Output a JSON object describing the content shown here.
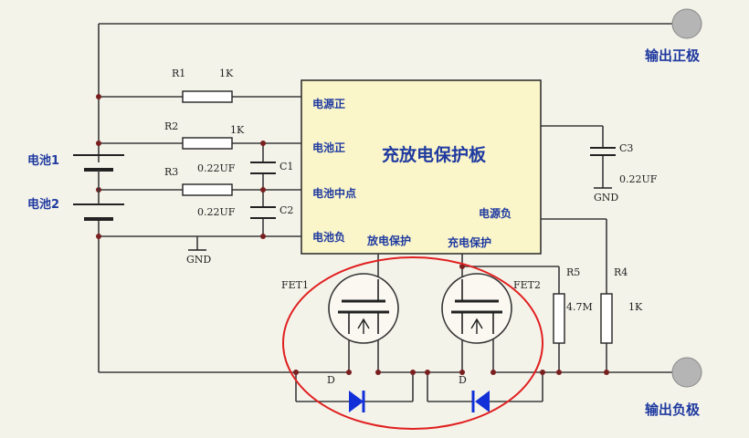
{
  "labels": {
    "output_positive": "输出正极",
    "output_negative": "输出负极",
    "battery1": "电池1",
    "battery2": "电池2"
  },
  "board": {
    "title": "充放电保护板",
    "pin_power_pos": "电源正",
    "pin_batt_pos": "电池正",
    "pin_batt_mid": "电池中点",
    "pin_batt_neg": "电池负",
    "pin_discharge": "放电保护",
    "pin_charge": "充电保护",
    "pin_power_neg": "电源负"
  },
  "components": {
    "r1": "R1",
    "r1_val": "1K",
    "r2": "R2",
    "r2_val": "1K",
    "r3": "R3",
    "c1": "C1",
    "c1_val": "0.22UF",
    "c2": "C2",
    "c2_val": "0.22UF",
    "c3": "C3",
    "c3_val": "0.22UF",
    "gnd": "GND",
    "fet1": "FET1",
    "fet2": "FET2",
    "r5": "R5",
    "r5_val": "4.7M",
    "r4": "R4",
    "r4_val": "1K",
    "d_label": "D"
  },
  "colors": {
    "wire": "#3a3a3a",
    "board_fill": "#fbf6c9",
    "label_blue": "#1f3aa0",
    "diode_blue": "#1230d8",
    "highlight_red": "#e02020",
    "terminal_grey": "#b5b5b5"
  }
}
